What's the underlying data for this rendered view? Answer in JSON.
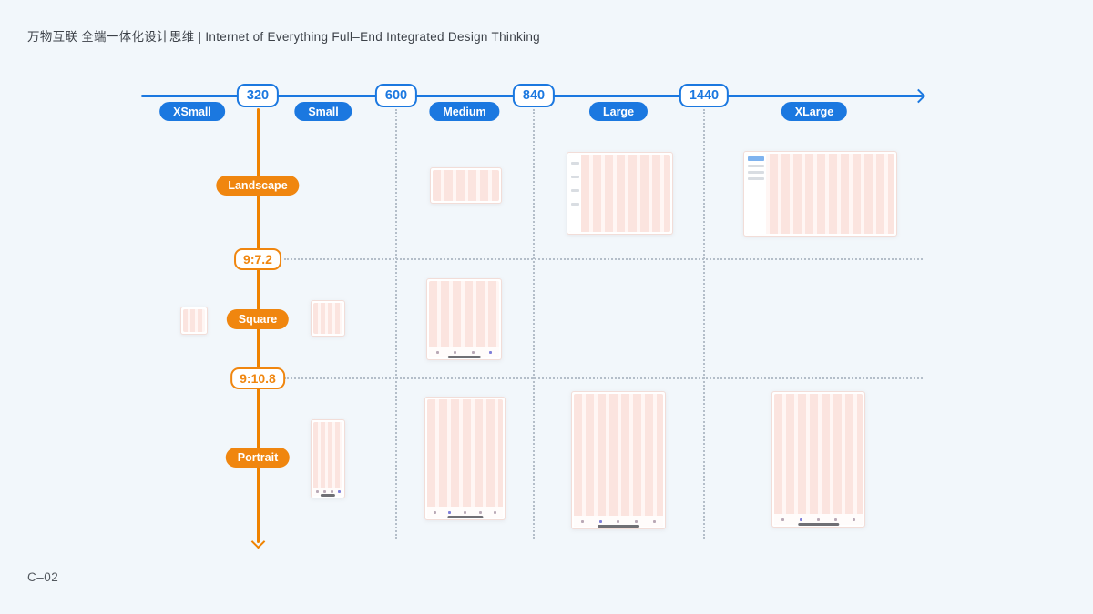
{
  "header": {
    "title": "万物互联 全端一体化设计思维 | Internet of Everything Full–End Integrated Design Thinking"
  },
  "breakpoint_axis": {
    "orientation": "horizontal",
    "breakpoints": [
      {
        "value": "320"
      },
      {
        "value": "600"
      },
      {
        "value": "840"
      },
      {
        "value": "1440"
      }
    ],
    "size_categories": [
      {
        "label": "XSmall"
      },
      {
        "label": "Small"
      },
      {
        "label": "Medium"
      },
      {
        "label": "Large"
      },
      {
        "label": "XLarge"
      }
    ]
  },
  "ratio_axis": {
    "orientation": "vertical",
    "labels": [
      {
        "text": "Landscape",
        "variant": "solid"
      },
      {
        "text": "9:7.2",
        "variant": "outline"
      },
      {
        "text": "Square",
        "variant": "solid"
      },
      {
        "text": "9:10.8",
        "variant": "outline"
      },
      {
        "text": "Portrait",
        "variant": "solid"
      }
    ]
  },
  "devices": [
    {
      "id": "medium-landscape",
      "size": "Medium",
      "orientation": "Landscape"
    },
    {
      "id": "large-landscape",
      "size": "Large",
      "orientation": "Landscape"
    },
    {
      "id": "xlarge-landscape",
      "size": "XLarge",
      "orientation": "Landscape"
    },
    {
      "id": "xsmall-square",
      "size": "XSmall",
      "orientation": "Square"
    },
    {
      "id": "small-square",
      "size": "Small",
      "orientation": "Square"
    },
    {
      "id": "medium-square",
      "size": "Medium",
      "orientation": "Square"
    },
    {
      "id": "small-portrait",
      "size": "Small",
      "orientation": "Portrait"
    },
    {
      "id": "medium-portrait",
      "size": "Medium",
      "orientation": "Portrait"
    },
    {
      "id": "large-portrait",
      "size": "Large",
      "orientation": "Portrait"
    },
    {
      "id": "xlarge-portrait",
      "size": "XLarge",
      "orientation": "Portrait"
    }
  ],
  "footer": {
    "code": "C–02"
  },
  "colors": {
    "blue": "#1b78e0",
    "orange": "#f0860f",
    "background": "#f2f7fb",
    "wireframe_stripe": "#fbe4df",
    "guide_gray": "#b4bec9"
  }
}
